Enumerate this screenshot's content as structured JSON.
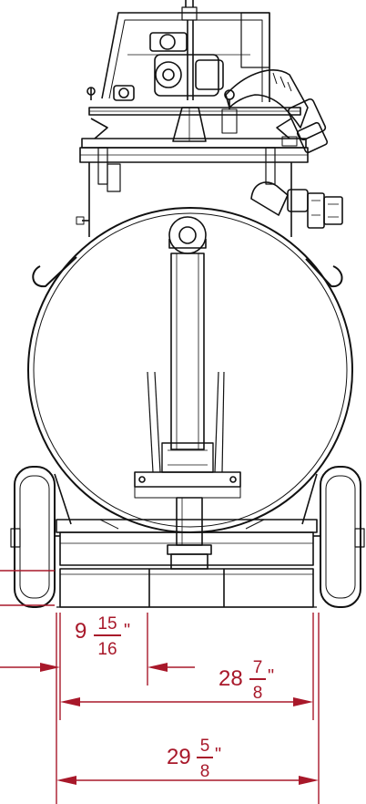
{
  "colors": {
    "line": "#111111",
    "dimension": "#a8182a",
    "background": "#ffffff"
  },
  "dimensions": {
    "wheel_offset": {
      "whole": "9",
      "numerator": "15",
      "denominator": "16",
      "unit": "\""
    },
    "inner_width": {
      "whole": "28",
      "numerator": "7",
      "denominator": "8",
      "unit": "\""
    },
    "overall_width": {
      "whole": "29",
      "numerator": "5",
      "denominator": "8",
      "unit": "\""
    }
  }
}
